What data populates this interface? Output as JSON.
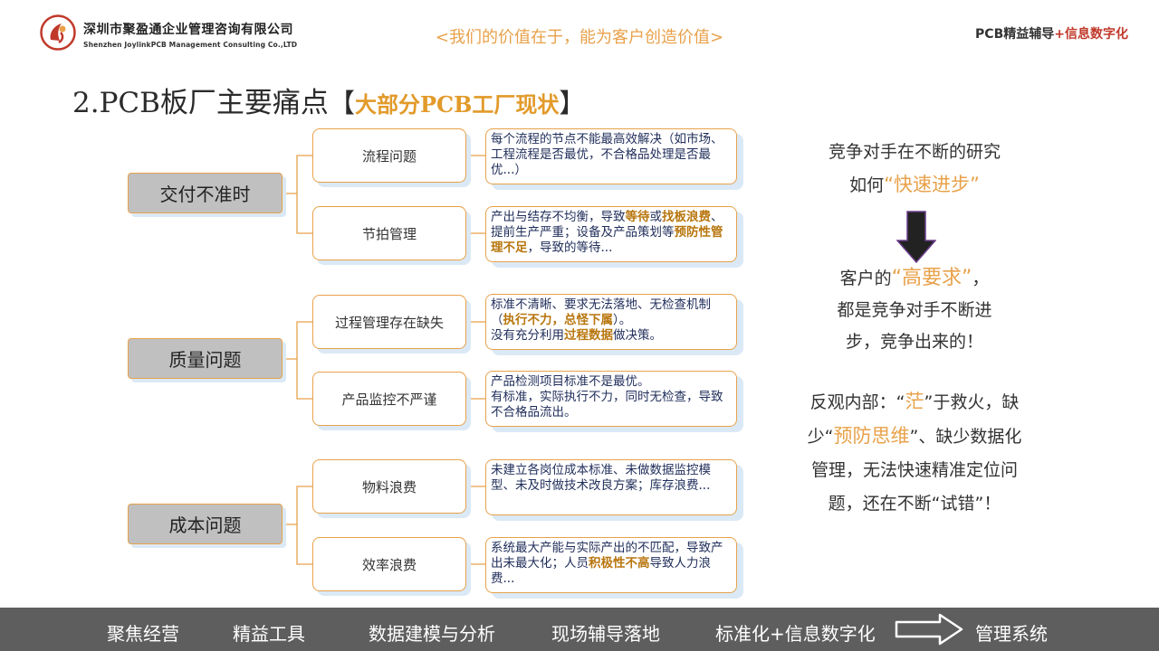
{
  "header": {
    "company_cn": "深圳市聚盈通企业管理咨询有限公司",
    "company_en": "Shenzhen JoylinkPCB  Management  Consulting  Co.,LTD",
    "slogan": "<我们的价值在于，能为客户创造价值>",
    "brand_part1": "PCB精益辅导",
    "brand_part2": "+信息数字化"
  },
  "title": {
    "main": "2.PCB板厂主要痛点",
    "bracket_open": "【",
    "sub": "大部分PCB工厂现状",
    "bracket_close": "】"
  },
  "categories": [
    {
      "label": "交付不准时",
      "items": [
        {
          "label": "流程问题",
          "desc": [
            {
              "t": "每个流程的节点不能最高效解决（如市场、工程流程是否最优，不合格品处理是否最优...）"
            }
          ]
        },
        {
          "label": "节拍管理",
          "desc": [
            {
              "t": "产出与结存不均衡，导致"
            },
            {
              "t": "等待",
              "b": true
            },
            {
              "t": "或"
            },
            {
              "t": "找板浪费",
              "b": true
            },
            {
              "t": "、提前生产严重；设备及产品策划等"
            },
            {
              "t": "预防性管理不足",
              "b": true
            },
            {
              "t": "，导致的等待..."
            }
          ]
        }
      ]
    },
    {
      "label": "质量问题",
      "items": [
        {
          "label": "过程管理存在缺失",
          "desc": [
            {
              "t": "标准不清晰、要求无法落地、无检查机制（"
            },
            {
              "t": "执行不力，总怪下属",
              "b": true
            },
            {
              "t": "）。"
            },
            {
              "br": true
            },
            {
              "t": "没有充分利用"
            },
            {
              "t": "过程数据",
              "b": true
            },
            {
              "t": "做决策。"
            }
          ]
        },
        {
          "label": "产品监控不严谨",
          "desc": [
            {
              "t": "产品检测项目标准不是最优。"
            },
            {
              "br": true
            },
            {
              "t": "有标准，实际执行不力，同时无检查，导致不合格品流出。"
            }
          ]
        }
      ]
    },
    {
      "label": "成本问题",
      "items": [
        {
          "label": "物料浪费",
          "desc": [
            {
              "t": "未建立各岗位成本标准、未做数据监控模型、未及时做技术改良方案；库存浪费..."
            }
          ]
        },
        {
          "label": "效率浪费",
          "desc": [
            {
              "t": "系统最大产能与实际产出的不匹配，导致产出未最大化；人员"
            },
            {
              "t": "积极性不高",
              "b": true
            },
            {
              "t": "导致人力浪费..."
            }
          ]
        }
      ]
    }
  ],
  "right": {
    "p1_line1": "竞争对手在不断的研究",
    "p1_line2_pre": "如何",
    "p1_line2_hl": "“快速进步”",
    "p2_line1_pre": "客户的",
    "p2_line1_hl": "“高要求”",
    "p2_line1_post": "，",
    "p2_line2": "都是竞争对手不断进",
    "p2_line3": "步，竞争出来的！",
    "p3_line1_pre": "反观内部：“",
    "p3_line1_hl": "茫",
    "p3_line1_post": "”于救火，缺",
    "p3_line2_pre": "少“",
    "p3_line2_hl": "预防思维",
    "p3_line2_post": "”、缺少数据化",
    "p3_line3": "管理，无法快速精准定位问",
    "p3_line4": "题，还在不断“试错”！"
  },
  "footer": {
    "items": [
      "聚焦经营",
      "精益工具",
      "数据建模与分析",
      "现场辅导落地",
      "标准化+信息数字化"
    ],
    "last": "管理系统"
  },
  "colors": {
    "accent_orange": "#e8a14a",
    "brand_red": "#c0392b",
    "footer_bg": "#5e5e5e",
    "shadow_blue": "#dbe9f6"
  }
}
